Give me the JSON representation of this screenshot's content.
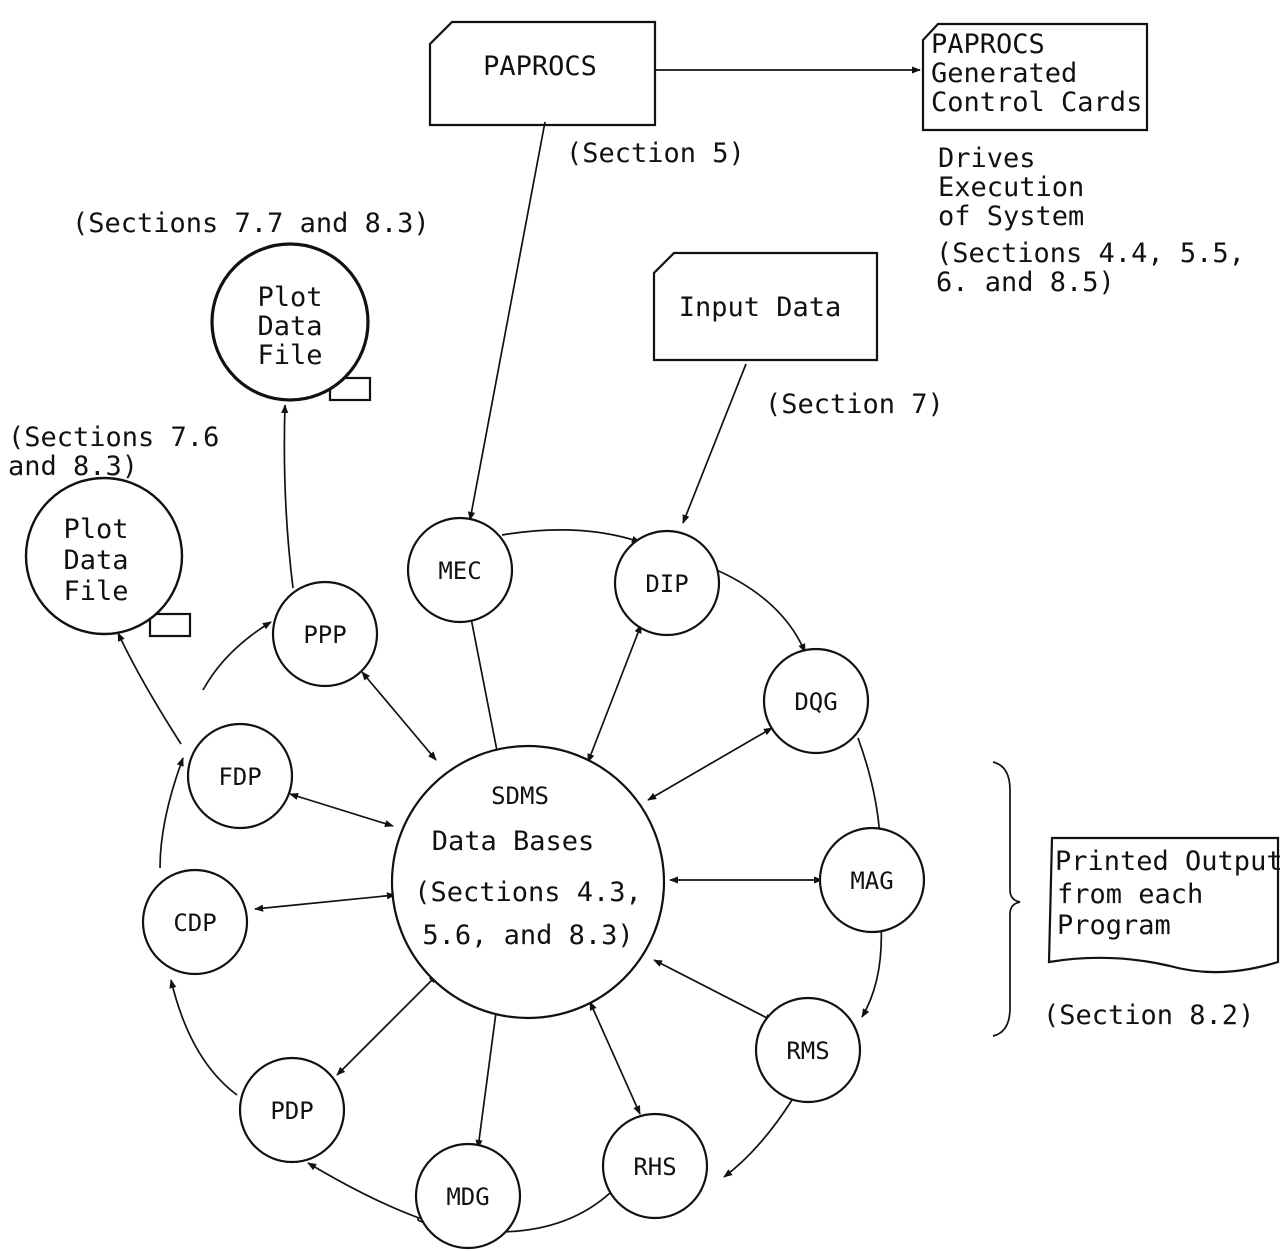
{
  "paprocs": {
    "label": "PAPROCS",
    "section": "(Section 5)"
  },
  "control_cards": {
    "lines": [
      "PAPROCS",
      "Generated",
      "Control Cards"
    ]
  },
  "drives": {
    "lines": [
      "Drives",
      "Execution",
      "of System",
      "(Sections 4.4, 5.5,",
      " 6. and 8.5)"
    ]
  },
  "input_data": {
    "label": "Input Data",
    "section": "(Section 7)"
  },
  "plot_file_1": {
    "lines": [
      "Plot",
      "Data",
      "File"
    ],
    "section": "(Sections 7.7 and 8.3)"
  },
  "plot_file_2": {
    "lines": [
      "Plot",
      "Data",
      "File"
    ],
    "section_lines": [
      "(Sections 7.6",
      " and 8.3)"
    ]
  },
  "nodes": {
    "mec": "MEC",
    "dip": "DIP",
    "dqg": "DQG",
    "mag": "MAG",
    "rms": "RMS",
    "rhs": "RHS",
    "mdg": "MDG",
    "pdp": "PDP",
    "cdp": "CDP",
    "fdp": "FDP",
    "ppp": "PPP"
  },
  "sdms": {
    "lines": [
      "SDMS",
      "Data Bases",
      "(Sections 4.3,",
      "5.6, and 8.3)"
    ]
  },
  "printed_output": {
    "lines": [
      "Printed Output",
      "from each",
      "Program"
    ],
    "section": "(Section 8.2)"
  }
}
